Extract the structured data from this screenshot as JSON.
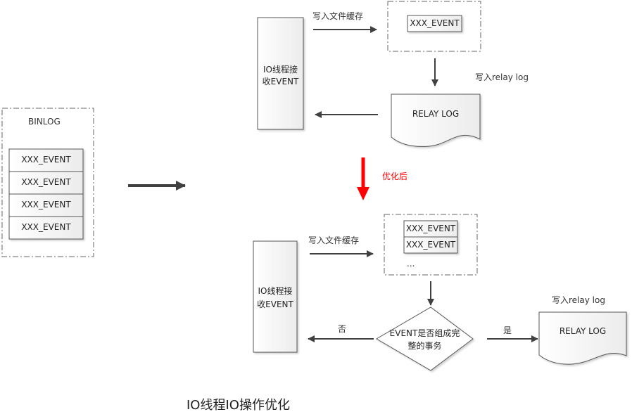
{
  "title": "IO线程IO操作优化",
  "binlog": {
    "label": "BINLOG",
    "events": [
      "XXX_EVENT",
      "XXX_EVENT",
      "XXX_EVENT",
      "XXX_EVENT"
    ]
  },
  "before": {
    "io_thread_label_line1": "IO线程接",
    "io_thread_label_line2": "收EVENT",
    "write_cache_label": "写入文件缓存",
    "cache_events": [
      "XXX_EVENT"
    ],
    "write_relay_label": "写入relay log",
    "relay_log_label": "RELAY LOG"
  },
  "transition_label": "优化后",
  "after": {
    "io_thread_label_line1": "IO线程接",
    "io_thread_label_line2": "收EVENT",
    "write_cache_label": "写入文件缓存",
    "cache_events": [
      "XXX_EVENT",
      "XXX_EVENT"
    ],
    "cache_ellipsis": "...",
    "decision_line1": "EVENT是否组成完",
    "decision_line2": "整的事务",
    "no_label": "否",
    "yes_label": "是",
    "write_relay_label": "写入relay log",
    "relay_log_label": "RELAY LOG"
  },
  "colors": {
    "arrow": "#404040",
    "accent": "#ff0000",
    "stroke": "#555555"
  }
}
